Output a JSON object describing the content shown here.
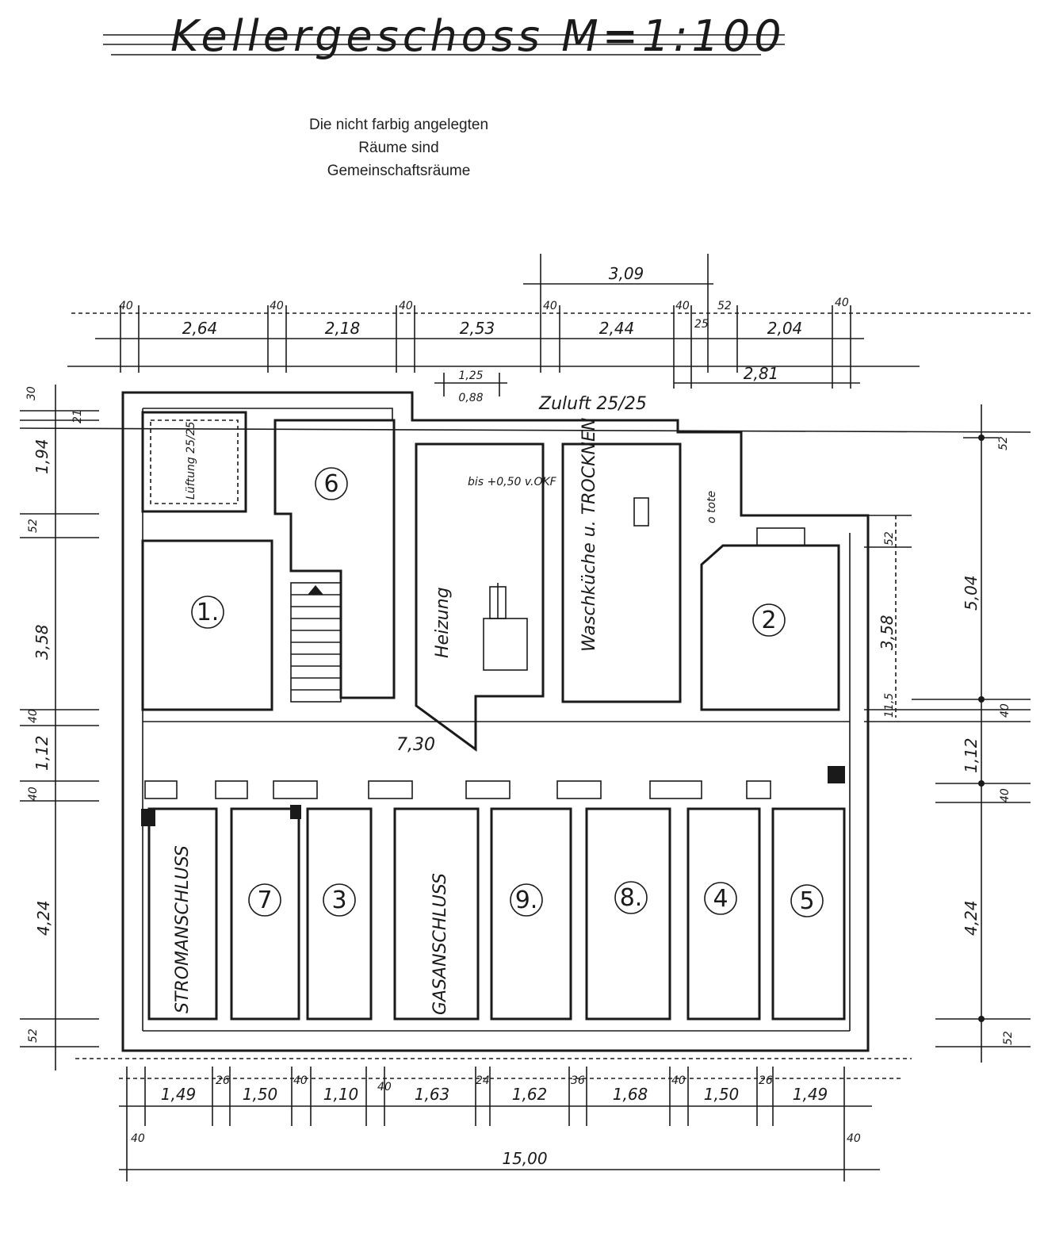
{
  "title": "Kellergeschoss M=1:100",
  "note": [
    "Die nicht farbig angelegten",
    "Räume sind",
    "Gemeinschaftsräume"
  ],
  "rooms": {
    "r1": "1.",
    "r2": "2",
    "r3": "3",
    "r4": "4",
    "r5": "5",
    "r6": "6",
    "r7": "7",
    "r8": "8.",
    "r9": "9."
  },
  "labels": {
    "heizung": "Heizung",
    "waschkueche": "Waschküche u. TROCKNEN",
    "lueftung": "Lüftung 25/25",
    "zuluft": "Zuluft 25/25",
    "bis": "bis +0,50 v.OKF",
    "stromanschluss": "STROMANSCHLUSS",
    "gasanschluss": "GASANSCHLUSS",
    "tuer": "7,30",
    "tote": "o tote"
  },
  "dims_top": {
    "d1": "2,64",
    "d2": "2,18",
    "d3": "2,53",
    "d4": "2,44",
    "d5": "2,04",
    "d6": "3,09",
    "d7": "2,81",
    "d8": "1,25",
    "d9": "0,88",
    "w1": "40",
    "w2": "40",
    "w3": "40",
    "w4": "40",
    "w5": "40",
    "w6": "52",
    "w7": "40",
    "w8": "25"
  },
  "dims_left": {
    "a": "30",
    "b": "21",
    "c": "1,94",
    "d": "52",
    "e": "3,58",
    "f": "40",
    "g": "1,12",
    "h": "40",
    "i": "4,24",
    "j": "52"
  },
  "dims_right": {
    "a": "52",
    "b": "5,04",
    "c": "52",
    "d": "3,58",
    "e": "11,5",
    "f": "40",
    "g": "1,12",
    "h": "40",
    "i": "4,24",
    "j": "52"
  },
  "dims_bottom": {
    "d1": "1,49",
    "d2": "1,50",
    "d3": "1,10",
    "d4": "1,63",
    "d5": "1,62",
    "d6": "1,68",
    "d7": "1,50",
    "d8": "1,49",
    "w1": "26",
    "w2": "40",
    "w3": "40",
    "w4": "24",
    "w5": "36",
    "w6": "40",
    "w7": "26",
    "w8": "40",
    "w9": "40",
    "total": "15,00"
  }
}
